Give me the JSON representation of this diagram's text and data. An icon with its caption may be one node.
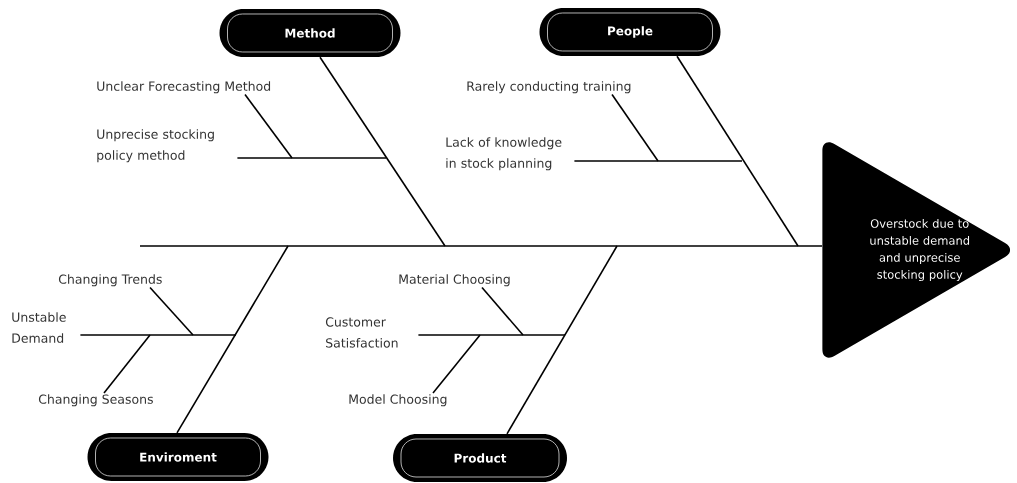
{
  "diagram": {
    "nodes": [
      {
        "text": [
          "Method"
        ]
      },
      {
        "text": [
          "Unclear Forecasting Method"
        ]
      },
      {
        "text": [
          "Unprecise stocking policy method"
        ]
      },
      {
        "text": [
          "People"
        ]
      },
      {
        "text": [
          "Rarely conducting training"
        ]
      },
      {
        "text": [
          "Lack of knowledge in stock planning"
        ]
      },
      {
        "text": [
          "Overstock due to unstable demand and unprecise stocking policy"
        ]
      },
      {
        "text": [
          "Changing Trends"
        ]
      },
      {
        "text": [
          "Unstable Demand"
        ]
      },
      {
        "text": [
          "Changing Seasons"
        ]
      },
      {
        "text": [
          "Material Choosing"
        ]
      },
      {
        "text": [
          "Customer Satisfaction"
        ]
      },
      {
        "text": [
          "Model Choosing"
        ]
      },
      {
        "text": [
          "Enviroment"
        ]
      },
      {
        "text": [
          "Product"
        ]
      }
    ],
    "edges": [
      {
        "from": 1,
        "to": null,
        "arrow": "none"
      },
      {
        "from": 2,
        "to": null,
        "arrow": "none"
      },
      {
        "from": 0,
        "to": null,
        "arrow": "none"
      },
      {
        "from": 4,
        "to": null,
        "arrow": "none"
      },
      {
        "from": 5,
        "to": null,
        "arrow": "none"
      },
      {
        "from": 3,
        "to": null,
        "arrow": "none"
      },
      {
        "from": null,
        "to": 6,
        "arrow": "none"
      },
      {
        "from": 7,
        "to": null,
        "arrow": "none"
      },
      {
        "from": 8,
        "to": null,
        "arrow": "none"
      },
      {
        "from": 9,
        "to": null,
        "arrow": "none"
      },
      {
        "from": 13,
        "to": null,
        "arrow": "none"
      },
      {
        "from": 10,
        "to": null,
        "arrow": "none"
      },
      {
        "from": 11,
        "to": null,
        "arrow": "none"
      },
      {
        "from": 12,
        "to": null,
        "arrow": "none"
      },
      {
        "from": 14,
        "to": null,
        "arrow": "none"
      }
    ]
  }
}
